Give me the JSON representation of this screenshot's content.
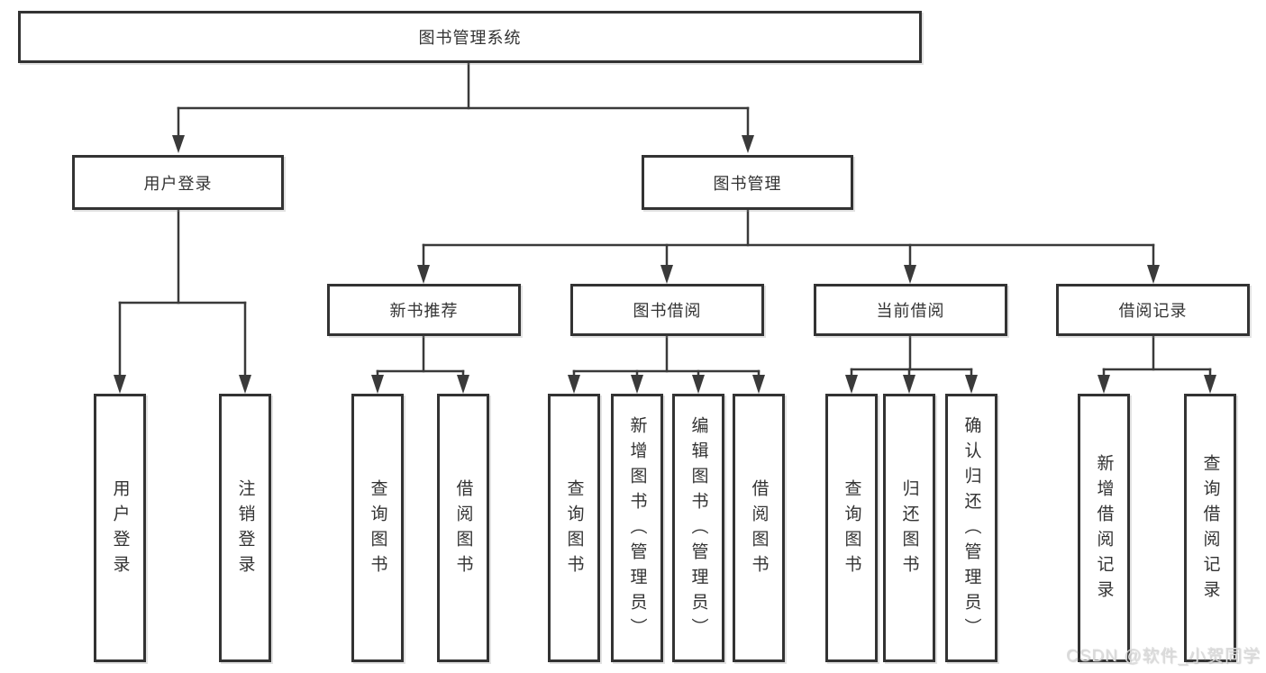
{
  "colors": {
    "line": "#3a3a3a",
    "box_border": "#333333",
    "box_fill": "#ffffff",
    "text": "#333333",
    "background": "#ffffff",
    "watermark": "#dcdcdc"
  },
  "watermark": {
    "text": "CSDN @软件_小贺同学"
  },
  "diagram": {
    "type": "hierarchy-tree",
    "root": {
      "label": "图书管理系统"
    },
    "level2": [
      {
        "label": "用户登录"
      },
      {
        "label": "图书管理"
      }
    ],
    "level3": [
      {
        "label": "新书推荐",
        "parent": "图书管理"
      },
      {
        "label": "图书借阅",
        "parent": "图书管理"
      },
      {
        "label": "当前借阅",
        "parent": "图书管理"
      },
      {
        "label": "借阅记录",
        "parent": "图书管理"
      }
    ],
    "leaves": [
      {
        "label": "用户登录",
        "parent": "用户登录"
      },
      {
        "label": "注销登录",
        "parent": "用户登录"
      },
      {
        "label": "查询图书",
        "parent": "新书推荐"
      },
      {
        "label": "借阅图书",
        "parent": "新书推荐"
      },
      {
        "label": "查询图书",
        "parent": "图书借阅"
      },
      {
        "label": "新增图书（管理员）",
        "parent": "图书借阅"
      },
      {
        "label": "编辑图书（管理员）",
        "parent": "图书借阅"
      },
      {
        "label": "借阅图书",
        "parent": "图书借阅"
      },
      {
        "label": "查询图书",
        "parent": "当前借阅"
      },
      {
        "label": "归还图书",
        "parent": "当前借阅"
      },
      {
        "label": "确认归还（管理员）",
        "parent": "当前借阅"
      },
      {
        "label": "新增借阅记录",
        "parent": "借阅记录"
      },
      {
        "label": "查询借阅记录",
        "parent": "借阅记录"
      }
    ]
  }
}
